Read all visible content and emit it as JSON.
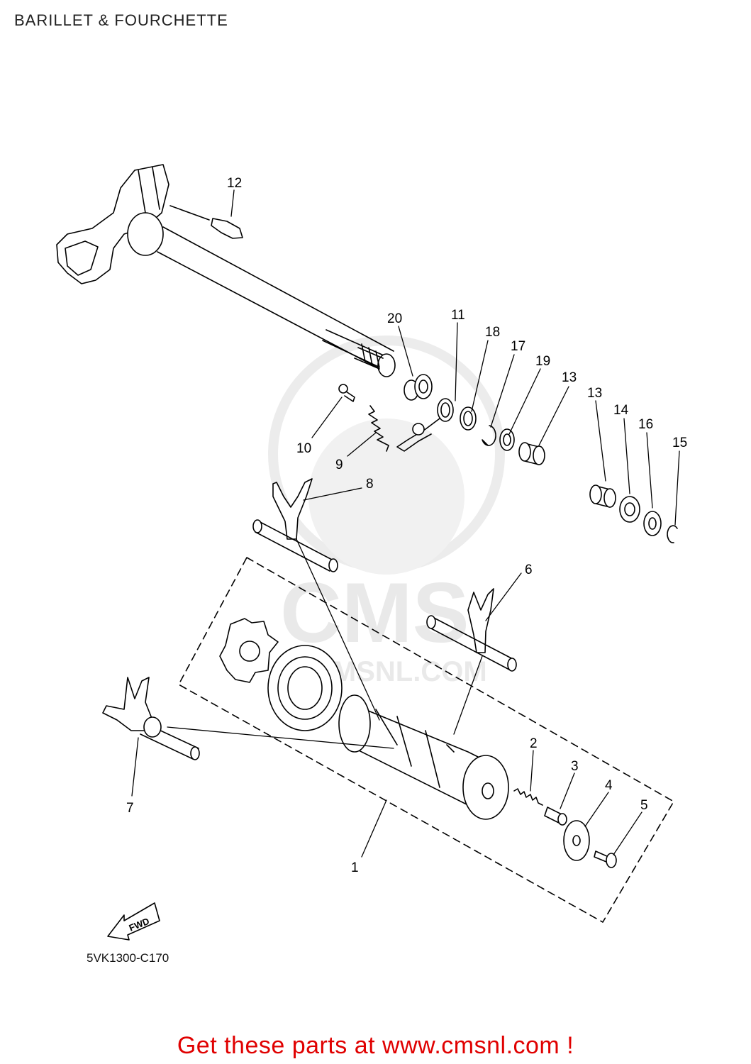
{
  "title": "BARILLET & FOURCHETTE",
  "diagram_code": "5VK1300-C170",
  "fwd_label": "FWD",
  "watermark": {
    "brand": "CMS",
    "site": "CMSNL.COM"
  },
  "footer_text": "Get these parts at www.cmsnl.com !",
  "colors": {
    "footer": "#e00000",
    "line": "#000000",
    "watermark": "#e9e9e9"
  },
  "callouts": [
    "12",
    "20",
    "11",
    "18",
    "17",
    "19",
    "13",
    "13",
    "14",
    "16",
    "15",
    "10",
    "9",
    "8",
    "6",
    "2",
    "3",
    "4",
    "5",
    "7",
    "1"
  ]
}
